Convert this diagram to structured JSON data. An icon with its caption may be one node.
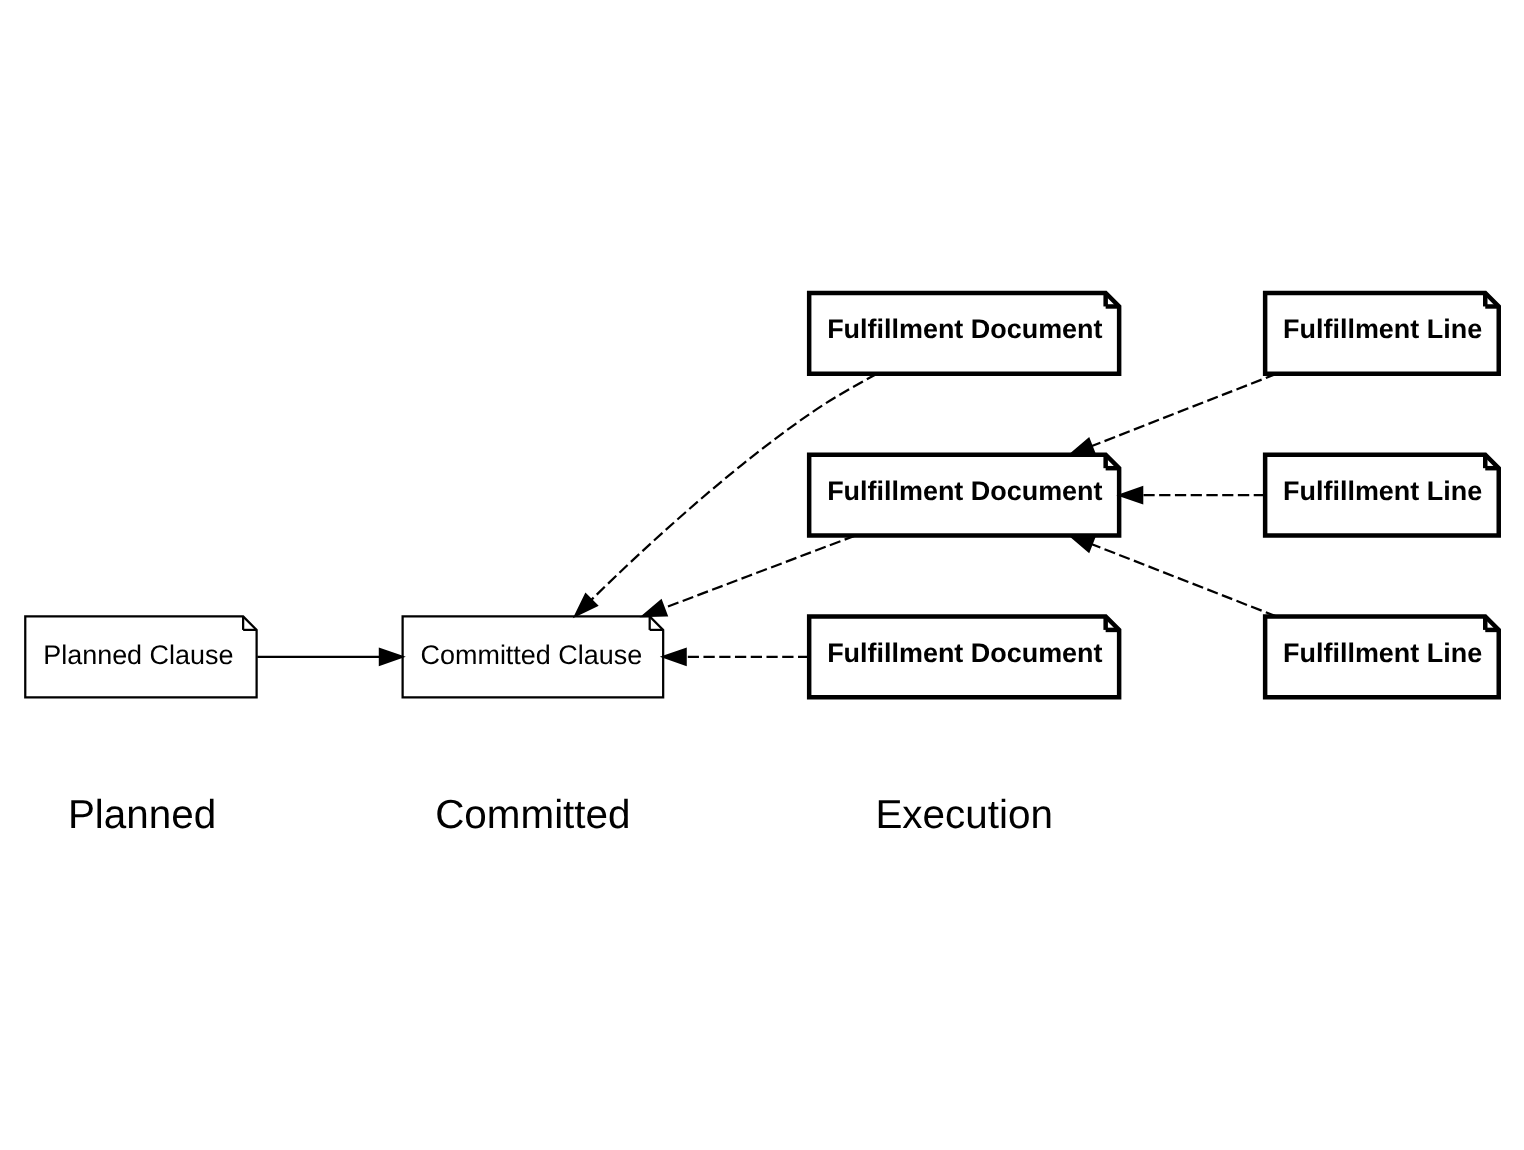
{
  "diagram": {
    "nodes": [
      {
        "text": [
          "Planned Clause"
        ]
      },
      {
        "text": [
          "Committed Clause"
        ]
      },
      {
        "text": [
          "Fulfillment Document"
        ]
      },
      {
        "text": [
          "Fulfillment Document"
        ]
      },
      {
        "text": [
          "Fulfillment Document"
        ]
      },
      {
        "text": [
          "Fulfillment Line"
        ]
      },
      {
        "text": [
          "Fulfillment Line"
        ]
      },
      {
        "text": [
          "Fulfillment Line"
        ]
      }
    ],
    "edges": [
      {
        "from": 0,
        "to": 1,
        "arrow": "to"
      },
      {
        "from": 2,
        "to": 1,
        "arrow": "to",
        "style": "dashed"
      },
      {
        "from": 3,
        "to": 1,
        "arrow": "to",
        "style": "dashed"
      },
      {
        "from": 4,
        "to": 1,
        "arrow": "to",
        "style": "dashed"
      },
      {
        "from": 5,
        "to": 3,
        "arrow": "to",
        "style": "dashed"
      },
      {
        "from": 6,
        "to": 3,
        "arrow": "to",
        "style": "dashed"
      },
      {
        "from": 7,
        "to": 3,
        "arrow": "to",
        "style": "dashed"
      }
    ],
    "labels": [
      "Planned",
      "Committed",
      "Execution"
    ]
  }
}
